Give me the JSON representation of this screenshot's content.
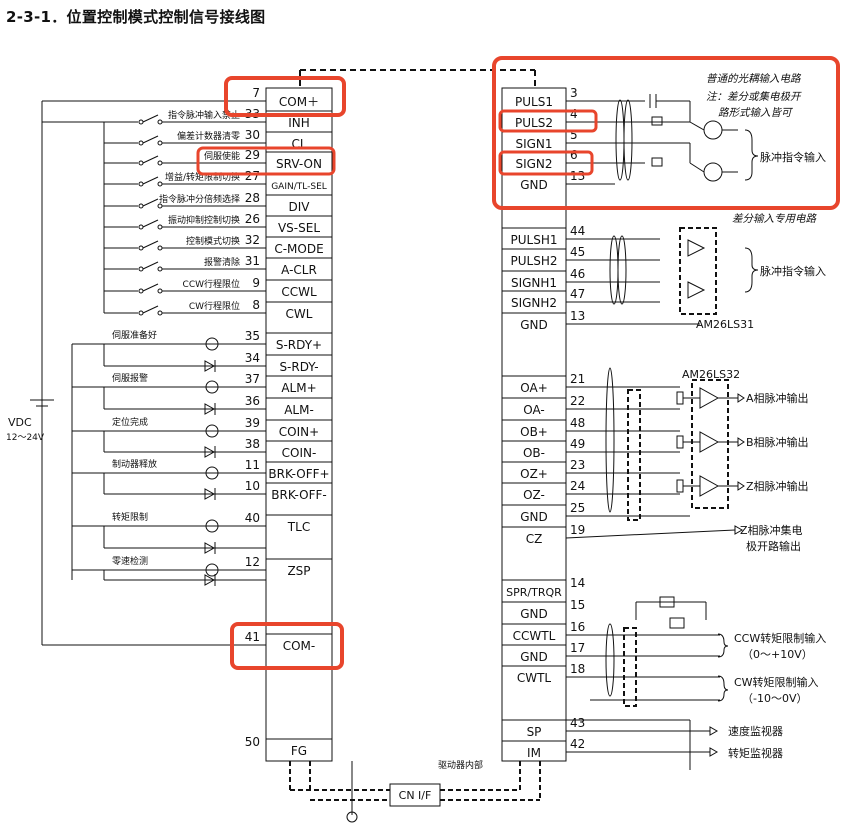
{
  "title": "2-3-1．位置控制模式控制信号接线图",
  "left_connector": {
    "pins": [
      {
        "num": "7",
        "label": "COM＋"
      },
      {
        "num": "33",
        "label": "INH"
      },
      {
        "num": "30",
        "label": "CL"
      },
      {
        "num": "29",
        "label": "SRV-ON"
      },
      {
        "num": "27",
        "label": "GAIN/TL-SEL"
      },
      {
        "num": "28",
        "label": "DIV"
      },
      {
        "num": "26",
        "label": "VS-SEL"
      },
      {
        "num": "32",
        "label": "C-MODE"
      },
      {
        "num": "31",
        "label": "A-CLR"
      },
      {
        "num": "9",
        "label": "CCWL"
      },
      {
        "num": "8",
        "label": "CWL"
      },
      {
        "num": "35",
        "label": "S-RDY+"
      },
      {
        "num": "34",
        "label": "S-RDY-"
      },
      {
        "num": "37",
        "label": "ALM+"
      },
      {
        "num": "36",
        "label": "ALM-"
      },
      {
        "num": "39",
        "label": "COIN+"
      },
      {
        "num": "38",
        "label": "COIN-"
      },
      {
        "num": "11",
        "label": "BRK-OFF+"
      },
      {
        "num": "10",
        "label": "BRK-OFF-"
      },
      {
        "num": "40",
        "label": "TLC"
      },
      {
        "num": "12",
        "label": "ZSP"
      },
      {
        "num": "41",
        "label": "COM-"
      },
      {
        "num": "50",
        "label": "FG"
      }
    ],
    "input_labels": [
      "指令脉冲输入禁止",
      "偏差计数器清零",
      "伺服使能",
      "增益/转矩限制切换",
      "指令脉冲分倍频选择",
      "振动抑制控制切换",
      "控制模式切换",
      "报警清除",
      "CCW行程限位",
      "CW行程限位"
    ],
    "output_labels": [
      "伺服准备好",
      "伺服报警",
      "定位完成",
      "制动器释放",
      "转矩限制",
      "零速检测"
    ],
    "vdc_label": "VDC",
    "vdc_range": "12～24V"
  },
  "right_connector": {
    "pins": [
      {
        "num": "3",
        "label": "PULS1"
      },
      {
        "num": "4",
        "label": "PULS2"
      },
      {
        "num": "5",
        "label": "SIGN1"
      },
      {
        "num": "6",
        "label": "SIGN2"
      },
      {
        "num": "13",
        "label": "GND"
      },
      {
        "num": "44",
        "label": "PULSH1"
      },
      {
        "num": "45",
        "label": "PULSH2"
      },
      {
        "num": "46",
        "label": "SIGNH1"
      },
      {
        "num": "47",
        "label": "SIGNH2"
      },
      {
        "num": "13",
        "label": "GND"
      },
      {
        "num": "21",
        "label": "OA+"
      },
      {
        "num": "22",
        "label": "OA-"
      },
      {
        "num": "48",
        "label": "OB+"
      },
      {
        "num": "49",
        "label": "OB-"
      },
      {
        "num": "23",
        "label": "OZ+"
      },
      {
        "num": "24",
        "label": "OZ-"
      },
      {
        "num": "25",
        "label": "GND"
      },
      {
        "num": "19",
        "label": "CZ"
      },
      {
        "num": "14",
        "label": "SPR/TRQR"
      },
      {
        "num": "15",
        "label": "GND"
      },
      {
        "num": "16",
        "label": "CCWTL"
      },
      {
        "num": "17",
        "label": "GND"
      },
      {
        "num": "18",
        "label": "CWTL"
      },
      {
        "num": "43",
        "label": "SP"
      },
      {
        "num": "42",
        "label": "IM"
      }
    ]
  },
  "annotations": {
    "optocoupler_title": "普通的光耦输入电路",
    "optocoupler_note1": "注：差分或集电极开",
    "optocoupler_note2": "路形式输入皆可",
    "pulse_input_1": "脉冲指令输入",
    "diff_title": "差分输入专用电路",
    "pulse_input_2": "脉冲指令输入",
    "am26ls31": "AM26LS31",
    "am26ls32": "AM26LS32",
    "a_out": "A相脉冲输出",
    "b_out": "B相脉冲输出",
    "z_out": "Z相脉冲输出",
    "z_oc_1": "Z相脉冲集电",
    "z_oc_2": "极开路输出",
    "ccw_limit_1": "CCW转矩限制输入",
    "ccw_limit_2": "（0～+10V）",
    "cw_limit_1": "CW转矩限制输入",
    "cw_limit_2": "（-10～0V）",
    "speed_monitor": "速度监视器",
    "torque_monitor": "转矩监视器",
    "driver_internal": "驱动器内部",
    "cn_if": "CN I/F"
  },
  "colors": {
    "highlight": "#e8452c",
    "line": "#111111"
  }
}
